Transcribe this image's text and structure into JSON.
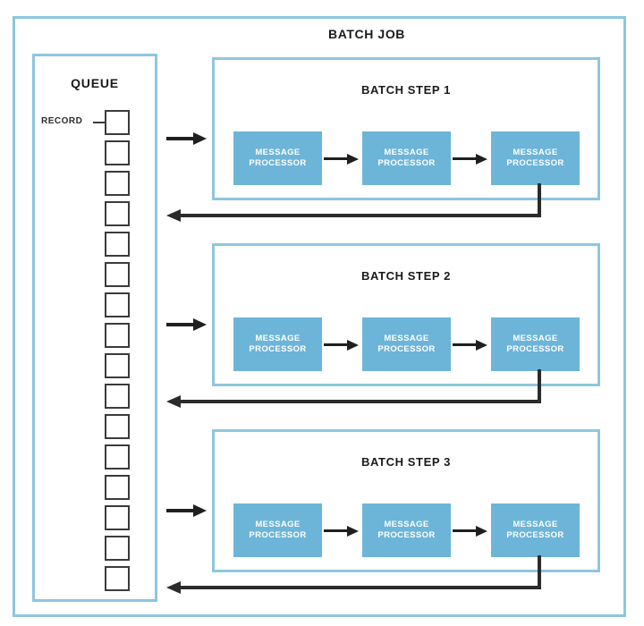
{
  "diagram": {
    "job": {
      "title": "BATCH JOB"
    },
    "queue": {
      "title": "QUEUE",
      "record_label": "RECORD",
      "record_count": 16
    },
    "steps": [
      {
        "title": "BATCH STEP 1",
        "processors": [
          {
            "line1": "MESSAGE",
            "line2": "PROCESSOR"
          },
          {
            "line1": "MESSAGE",
            "line2": "PROCESSOR"
          },
          {
            "line1": "MESSAGE",
            "line2": "PROCESSOR"
          }
        ]
      },
      {
        "title": "BATCH STEP 2",
        "processors": [
          {
            "line1": "MESSAGE",
            "line2": "PROCESSOR"
          },
          {
            "line1": "MESSAGE",
            "line2": "PROCESSOR"
          },
          {
            "line1": "MESSAGE",
            "line2": "PROCESSOR"
          }
        ]
      },
      {
        "title": "BATCH STEP 3",
        "processors": [
          {
            "line1": "MESSAGE",
            "line2": "PROCESSOR"
          },
          {
            "line1": "MESSAGE",
            "line2": "PROCESSOR"
          },
          {
            "line1": "MESSAGE",
            "line2": "PROCESSOR"
          }
        ]
      }
    ],
    "colors": {
      "frame_border": "#8ec6de",
      "processor_fill": "#6cb5d8",
      "processor_text": "#ffffff",
      "arrow": "#1f1f1f",
      "record_border": "#3b3b3b",
      "background": "#ffffff",
      "title_text": "#1a1a1a"
    }
  }
}
